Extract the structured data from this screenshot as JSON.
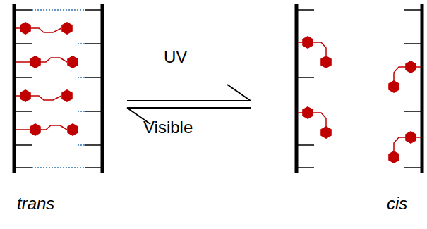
{
  "diagram": {
    "labels": [
      "UV",
      "Visible",
      "trans",
      "cis"
    ]
  }
}
